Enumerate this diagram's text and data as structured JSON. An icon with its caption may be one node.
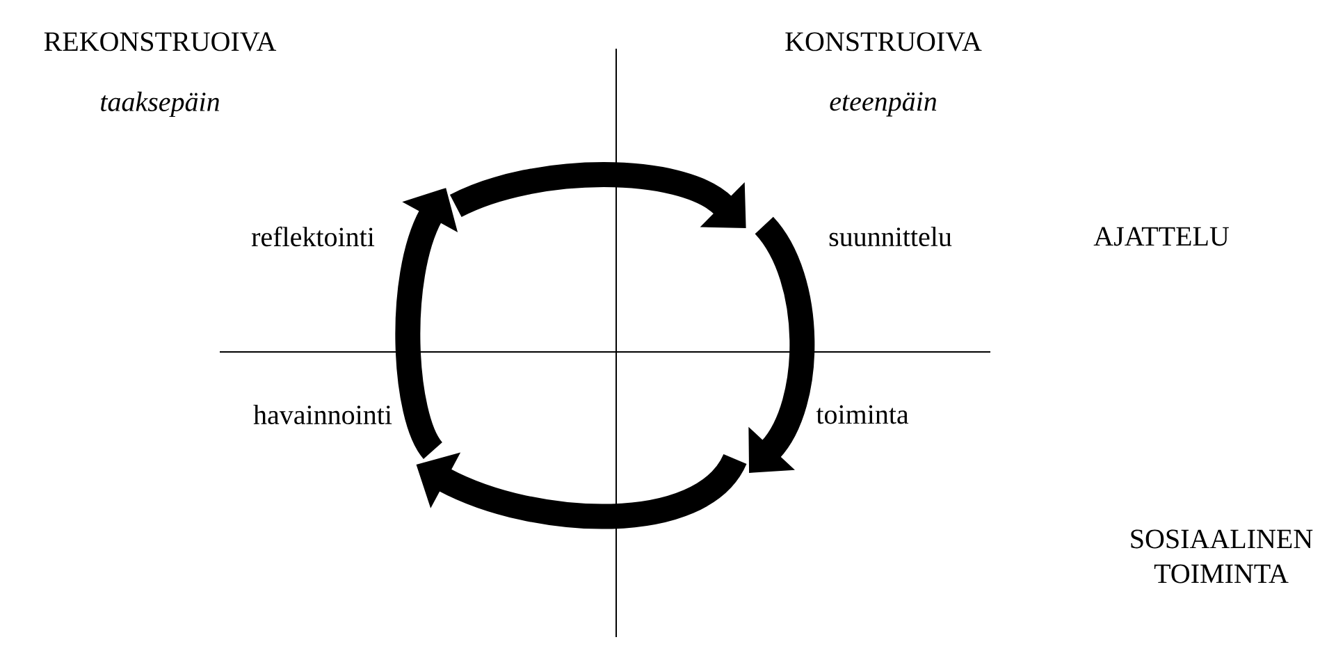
{
  "diagram": {
    "nodes": [
      {
        "text": [
          "reflektointi"
        ]
      },
      {
        "text": [
          "suunnittelu"
        ]
      },
      {
        "text": [
          "toiminta"
        ]
      },
      {
        "text": [
          "havainnointi"
        ]
      }
    ],
    "edges": [
      {
        "from": 0,
        "to": 1,
        "arrow": "to"
      },
      {
        "from": 1,
        "to": 2,
        "arrow": "to"
      },
      {
        "from": 2,
        "to": 3,
        "arrow": "to"
      },
      {
        "from": 3,
        "to": 0,
        "arrow": "to"
      }
    ],
    "labels": [
      "REKONSTRUOIVA",
      "taaksepäin",
      "KONSTRUOIVA",
      "eteenpäin",
      "AJATTELU",
      "SOSIAALINEN TOIMINTA"
    ]
  }
}
